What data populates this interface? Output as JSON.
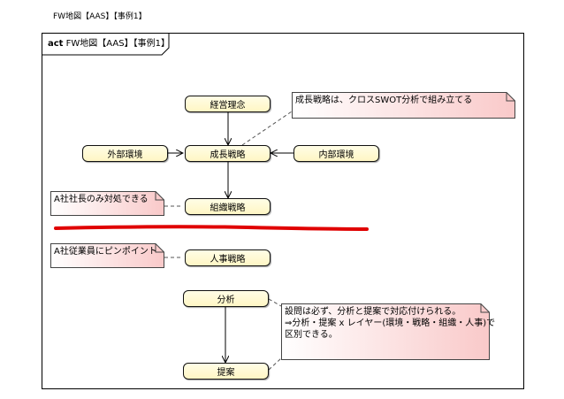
{
  "page": {
    "title": "FW地図【AAS】【事例1】"
  },
  "frame": {
    "keyword": "act",
    "name": "FW地図【AAS】【事例1】"
  },
  "actions": {
    "keiei_rinen": "経営理念",
    "gaibu_kankyo": "外部環境",
    "seicho_senryaku": "成長戦略",
    "naibu_kankyo": "内部環境",
    "soshiki_senryaku": "組織戦略",
    "jinji_senryaku": "人事戦略",
    "bunseki": "分析",
    "teian": "提案"
  },
  "notes": {
    "swot": "成長戦略は、クロスSWOT分析で組み立てる",
    "a_president": "A社社長のみ対処できる",
    "a_employee": "A社従業員にピンポイント",
    "link_line1": "設問は必ず、分析と提案で対応付けられる。",
    "link_line2": "⇒分析・提案 x レイヤー(環境・戦略・組織・人事)で",
    "link_line3": "区別できる。"
  },
  "colors": {
    "action_fill": "#fff6c4",
    "note_fill": "#fbd3d3",
    "highlight_line": "#e00000"
  }
}
